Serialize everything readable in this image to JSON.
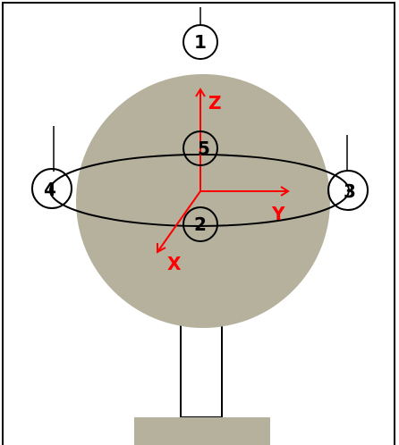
{
  "colors": {
    "background": "#ffffff",
    "frame": "#000000",
    "sphere": "#b5b19d",
    "stand": "#b5b19d",
    "line": "#000000",
    "axis": "#ff0000"
  },
  "markers": {
    "m1": {
      "label": "1"
    },
    "m2": {
      "label": "2"
    },
    "m3": {
      "label": "3"
    },
    "m4": {
      "label": "4"
    },
    "m5": {
      "label": "5"
    }
  },
  "axes": {
    "x": {
      "label": "X"
    },
    "y": {
      "label": "Y"
    },
    "z": {
      "label": "Z"
    }
  }
}
